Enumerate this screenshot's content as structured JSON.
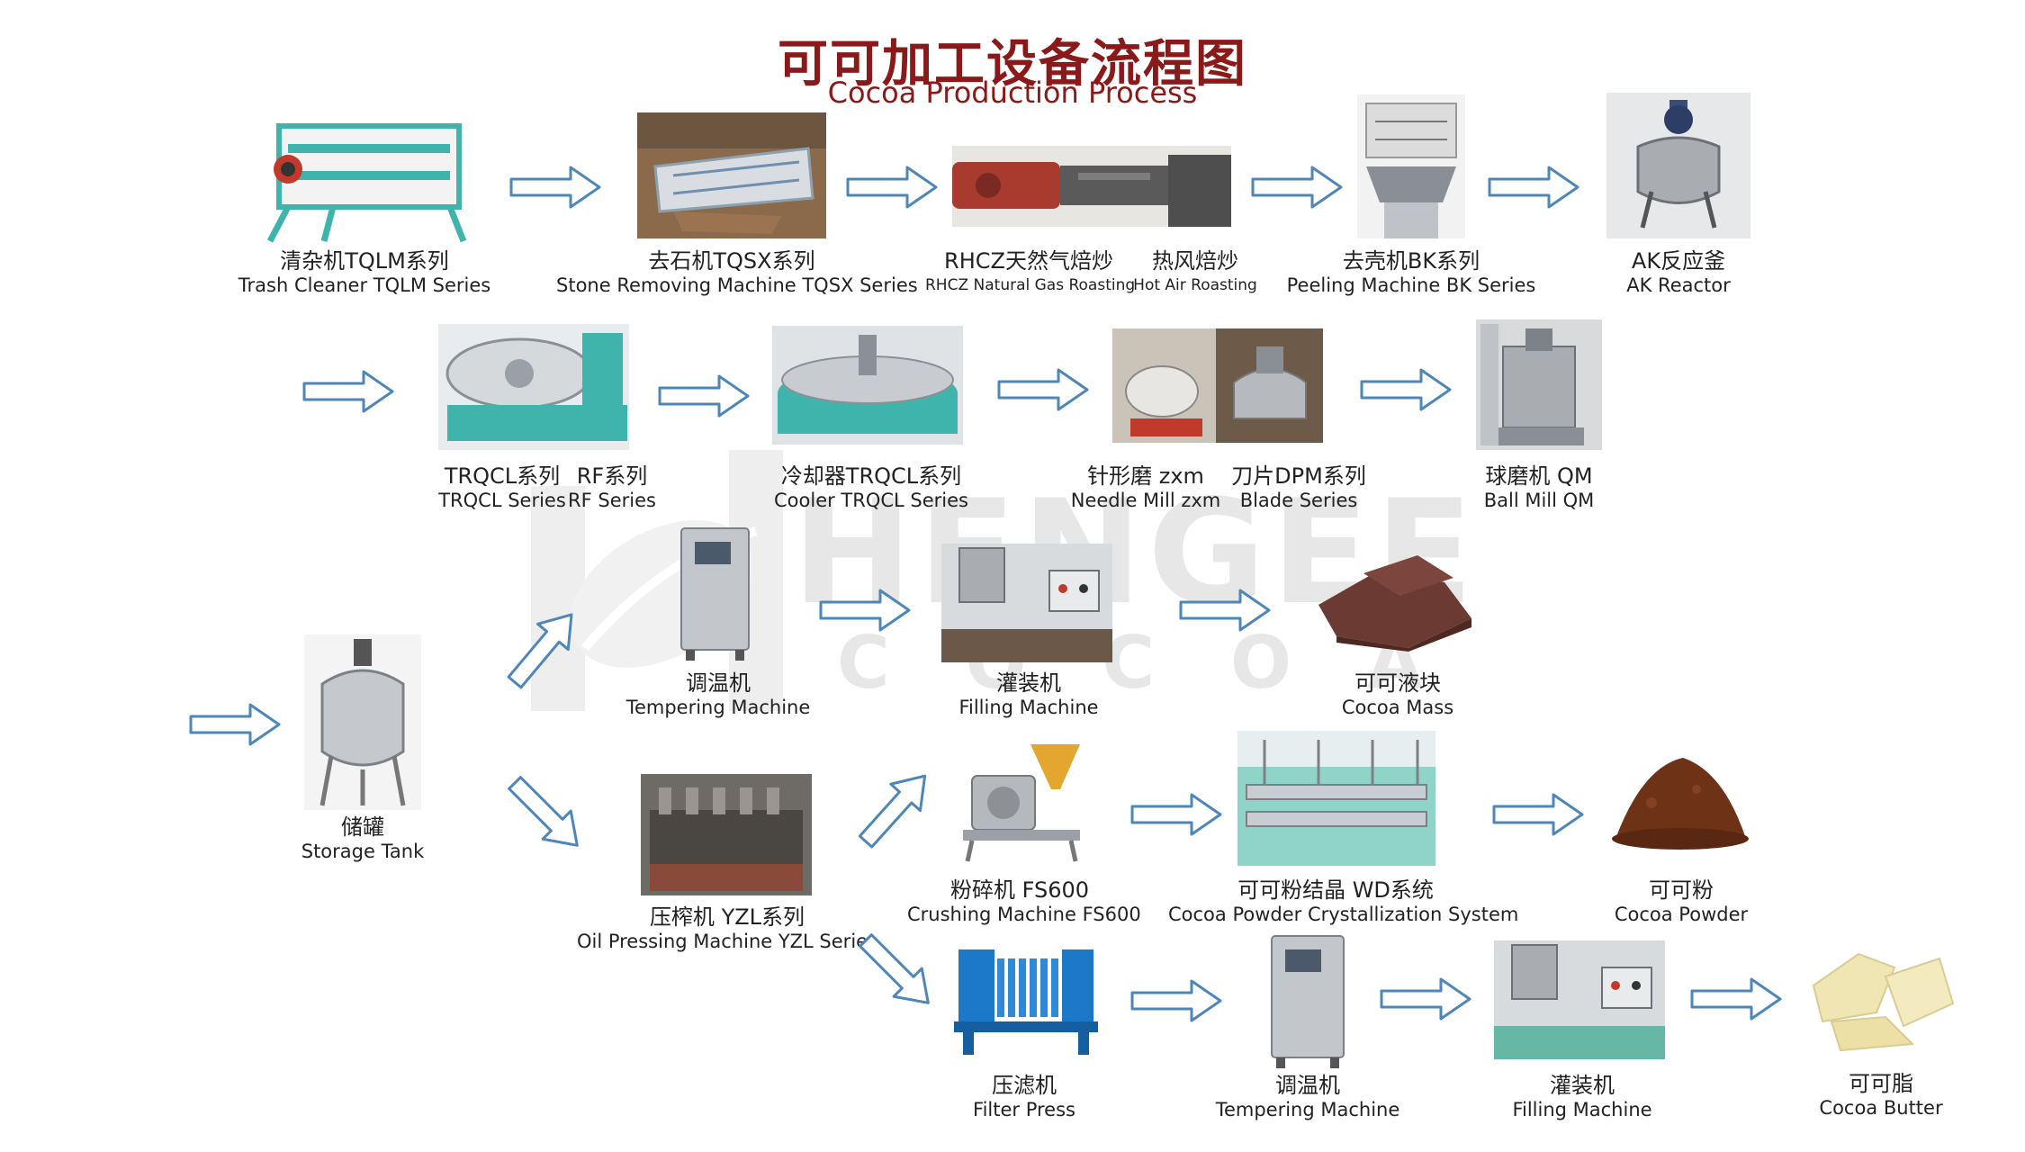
{
  "header": {
    "title_cn": "可可加工设备流程图",
    "title_en": "Cocoa Production Process"
  },
  "watermark": {
    "brand": "HENGEE",
    "sub": "C O C O A"
  },
  "machines": {
    "trash_cleaner": {
      "cn": "清杂机TQLM系列",
      "en": "Trash Cleaner TQLM Series"
    },
    "stone_remover": {
      "cn": "去石机TQSX系列",
      "en": "Stone Removing Machine TQSX Series"
    },
    "roaster_gas": {
      "cn": "RHCZ天然气焙炒",
      "en": "RHCZ Natural Gas Roasting"
    },
    "roaster_hot_air": {
      "cn": "热风焙炒",
      "en": "Hot Air Roasting"
    },
    "peeler": {
      "cn": "去壳机BK系列",
      "en": "Peeling Machine BK Series"
    },
    "ak_reactor": {
      "cn": "AK反应釜",
      "en": "AK Reactor"
    },
    "trqcl": {
      "cn": "TRQCL系列",
      "en": "TRQCL Series"
    },
    "rf": {
      "cn": "RF系列",
      "en": "RF Series"
    },
    "cooler": {
      "cn": "冷却器TRQCL系列",
      "en": "Cooler TRQCL Series"
    },
    "needle_mill": {
      "cn": "针形磨 zxm",
      "en": "Needle Mill zxm"
    },
    "blade_mill": {
      "cn": "刀片DPM系列",
      "en": "Blade Series"
    },
    "ball_mill": {
      "cn": "球磨机 QM",
      "en": "Ball Mill QM"
    },
    "storage_tank": {
      "cn": "储罐",
      "en": "Storage Tank"
    },
    "tempering_1": {
      "cn": "调温机",
      "en": "Tempering Machine"
    },
    "filling_1": {
      "cn": "灌装机",
      "en": "Filling Machine"
    },
    "cocoa_mass": {
      "cn": "可可液块",
      "en": "Cocoa Mass"
    },
    "oil_press": {
      "cn": "压榨机 YZL系列",
      "en": "Oil Pressing Machine YZL Series"
    },
    "crusher": {
      "cn": "粉碎机 FS600",
      "en": "Crushing Machine FS600"
    },
    "crystallization": {
      "cn": "可可粉结晶 WD系统",
      "en": "Cocoa Powder Crystallization System"
    },
    "cocoa_powder": {
      "cn": "可可粉",
      "en": "Cocoa Powder"
    },
    "filter_press": {
      "cn": "压滤机",
      "en": "Filter Press"
    },
    "tempering_2": {
      "cn": "调温机",
      "en": "Tempering Machine"
    },
    "filling_2": {
      "cn": "灌装机",
      "en": "Filling Machine"
    },
    "cocoa_butter": {
      "cn": "可可脂",
      "en": "Cocoa Butter"
    }
  },
  "colors": {
    "title": "#8a1a1a",
    "arrow_stroke": "#4f86b8",
    "arrow_fill": "#ffffff",
    "teal_machine": "#3fb4ad",
    "steel": "#b9bcc0",
    "roaster_red": "#a83a2e",
    "filter_blue": "#1c78c8",
    "chocolate": "#6b3a32",
    "powder": "#6e3217",
    "butter": "#f0e6b4"
  },
  "icons": [
    "arrow-right-icon",
    "arrow-up-right-icon",
    "arrow-down-right-icon"
  ]
}
